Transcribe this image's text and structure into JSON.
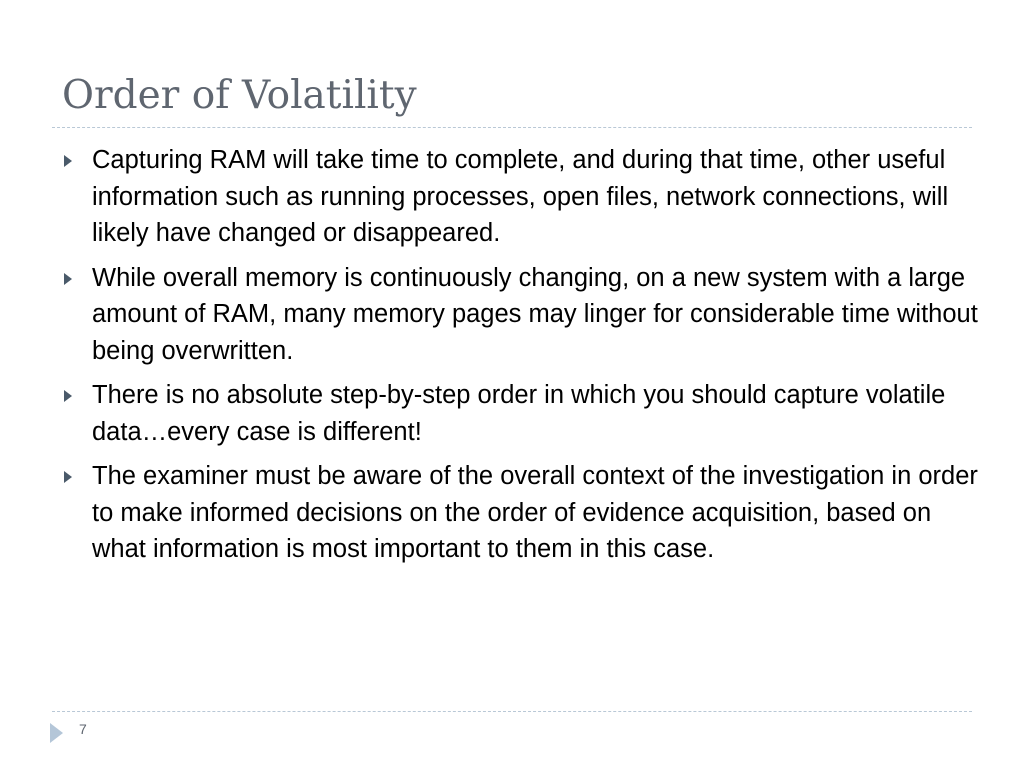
{
  "slide": {
    "title": "Order of Volatility",
    "bullets": [
      "Capturing RAM will take time to complete, and during that time, other useful information such as running processes, open files, network connections, will likely have changed or disappeared.",
      "While overall memory is continuously changing, on a new system with a large amount of RAM, many memory pages may linger for considerable time without being overwritten.",
      "There is no absolute step-by-step order in which you should capture volatile data…every case is different!",
      "The examiner must be aware of the overall context of the investigation in order to make informed decisions on the order of evidence acquisition, based on what information is most important to them in this case."
    ],
    "page_number": "7",
    "colors": {
      "title": "#5f6670",
      "body_text": "#000000",
      "bullet_marker": "#4a5a6a",
      "divider": "#b9c8d6",
      "footer_arrow": "#b4c6d8"
    },
    "icons": {
      "bullet": "triangle-bullet-icon",
      "footer": "footer-arrow-icon"
    }
  }
}
